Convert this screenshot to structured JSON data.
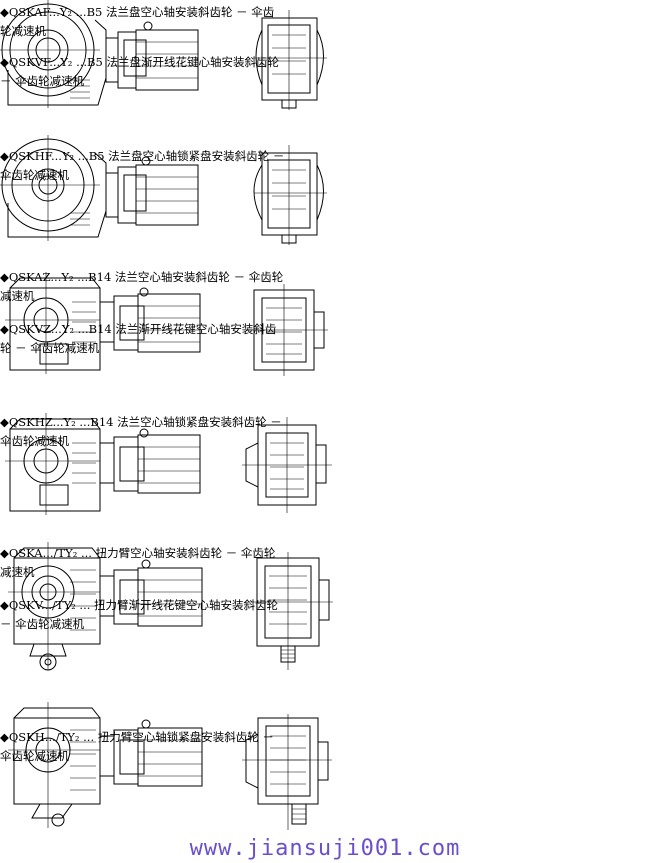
{
  "items": [
    {
      "variant": "hollow-flange",
      "descriptions": [
        {
          "bullet": "◆",
          "text": "QSKAF...Y₂ ...B5 法兰盘空心轴安装斜齿轮 － 伞齿轮减速机"
        },
        {
          "bullet": "◆",
          "text": "QSKVF...Y₂ ...B5 法兰盘渐开线花键心轴安装斜齿轮 － 伞齿轮减速机"
        }
      ]
    },
    {
      "variant": "hollow-flange",
      "descriptions": [
        {
          "bullet": "◆",
          "text": "QSKHF...Y₂ ...B5 法兰盘空心轴锁紧盘安装斜齿轮 － 伞齿轮减速机"
        }
      ]
    },
    {
      "variant": "b14",
      "descriptions": [
        {
          "bullet": "◆",
          "text": "QSKAZ...Y₂ ...B14 法兰空心轴安装斜齿轮 － 伞齿轮减速机"
        },
        {
          "bullet": "◆",
          "text": "QSKVZ...Y₂ ...B14 法兰渐开线花键空心轴安装斜齿轮 － 伞齿轮减速机"
        }
      ]
    },
    {
      "variant": "b14",
      "descriptions": [
        {
          "bullet": "◆",
          "text": "QSKHZ...Y₂ ...B14 法兰空心轴锁紧盘安装斜齿轮 － 伞齿轮减速机"
        }
      ]
    },
    {
      "variant": "torque-arm",
      "descriptions": [
        {
          "bullet": "◆",
          "text": "QSKA.../TY₂ ... 扭力臂空心轴安装斜齿轮 － 伞齿轮减速机"
        },
        {
          "bullet": "◆",
          "text": "QSKV.../TY₂ ... 扭力臂渐开线花键空心轴安装斜齿轮 － 伞齿轮减速机"
        }
      ]
    },
    {
      "variant": "torque-arm",
      "descriptions": [
        {
          "bullet": "◆",
          "text": "QSKH.../TY₂ ... 扭力臂空心轴锁紧盘安装斜齿轮 － 伞齿轮减速机"
        }
      ]
    }
  ],
  "watermark": "www.jiansuji001.com",
  "colors": {
    "watermark": "#6b4fc9",
    "line": "#000000"
  }
}
